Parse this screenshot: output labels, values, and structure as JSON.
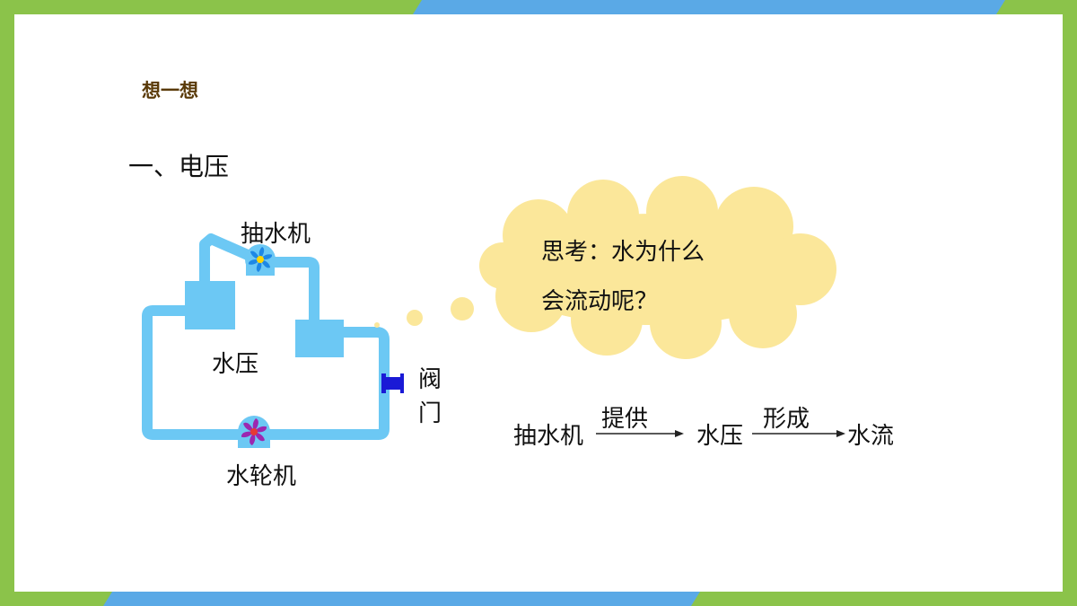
{
  "slide": {
    "heading": "想一想",
    "section_title": "一、电压"
  },
  "diagram": {
    "pump_label": "抽水机",
    "water_pressure_label": "水压",
    "turbine_label": "水轮机",
    "valve_label_line1": "阀",
    "valve_label_line2": "门"
  },
  "thought_bubble": {
    "line1": "思考：水为什么",
    "line2": "会流动呢？"
  },
  "flow": {
    "step1": "抽水机",
    "arrow1_label": "提供",
    "step2": "水压",
    "arrow2_label": "形成",
    "step3": "水流"
  },
  "colors": {
    "pipe": "#6cc8f4",
    "frame_green": "#8bc34a",
    "frame_blue": "#5aa9e6",
    "cloud": "#fbe79a",
    "valve": "#1a1ad6",
    "pump_blade": "#1e88e5",
    "turbine_blade": "#9c27b0",
    "heading": "#5a3a08"
  }
}
